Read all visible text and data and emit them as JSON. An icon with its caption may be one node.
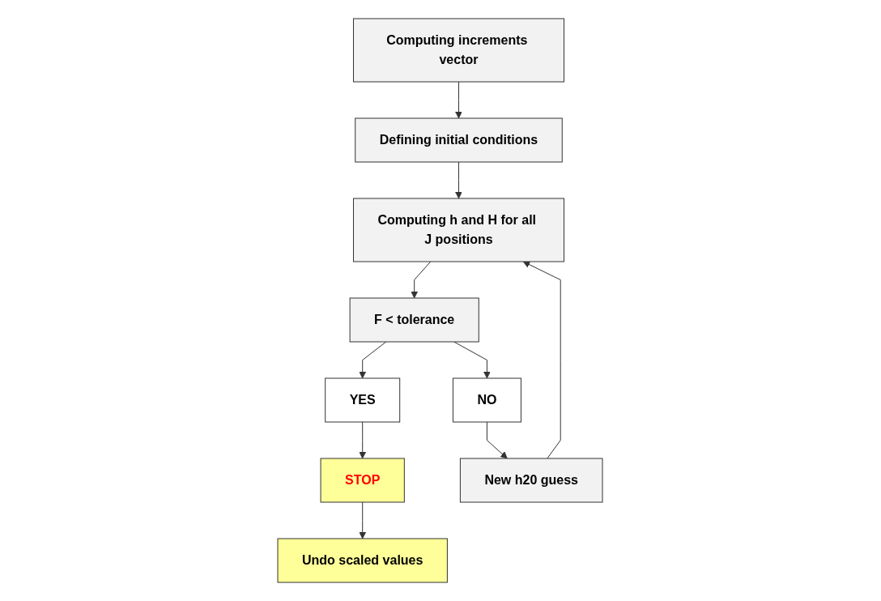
{
  "diagram": {
    "nodes": [
      {
        "text": [
          "Computing increments vector"
        ]
      },
      {
        "text": [
          "Defining initial conditions"
        ]
      },
      {
        "text": [
          "Computing h and H for all J positions"
        ]
      },
      {
        "text": [
          "F < tolerance"
        ]
      },
      {
        "text": [
          "NO"
        ]
      },
      {
        "text": [
          "YES"
        ]
      },
      {
        "text": [
          "STOP"
        ]
      },
      {
        "text": [
          "Undo scaled values"
        ]
      },
      {
        "text": [
          "New h20 guess"
        ]
      }
    ],
    "edges": [
      {
        "from": 0,
        "to": 1,
        "arrow": "to"
      },
      {
        "from": 1,
        "to": 2,
        "arrow": "to"
      },
      {
        "from": 2,
        "to": 3,
        "arrow": "to"
      },
      {
        "from": 3,
        "to": 4,
        "arrow": "to"
      },
      {
        "from": 3,
        "to": 5,
        "arrow": "to"
      },
      {
        "from": 5,
        "to": 6,
        "arrow": "to"
      },
      {
        "from": 6,
        "to": 7,
        "arrow": "to"
      },
      {
        "from": 4,
        "to": 8,
        "arrow": "to"
      },
      {
        "from": 8,
        "to": 2,
        "arrow": "to"
      }
    ]
  }
}
